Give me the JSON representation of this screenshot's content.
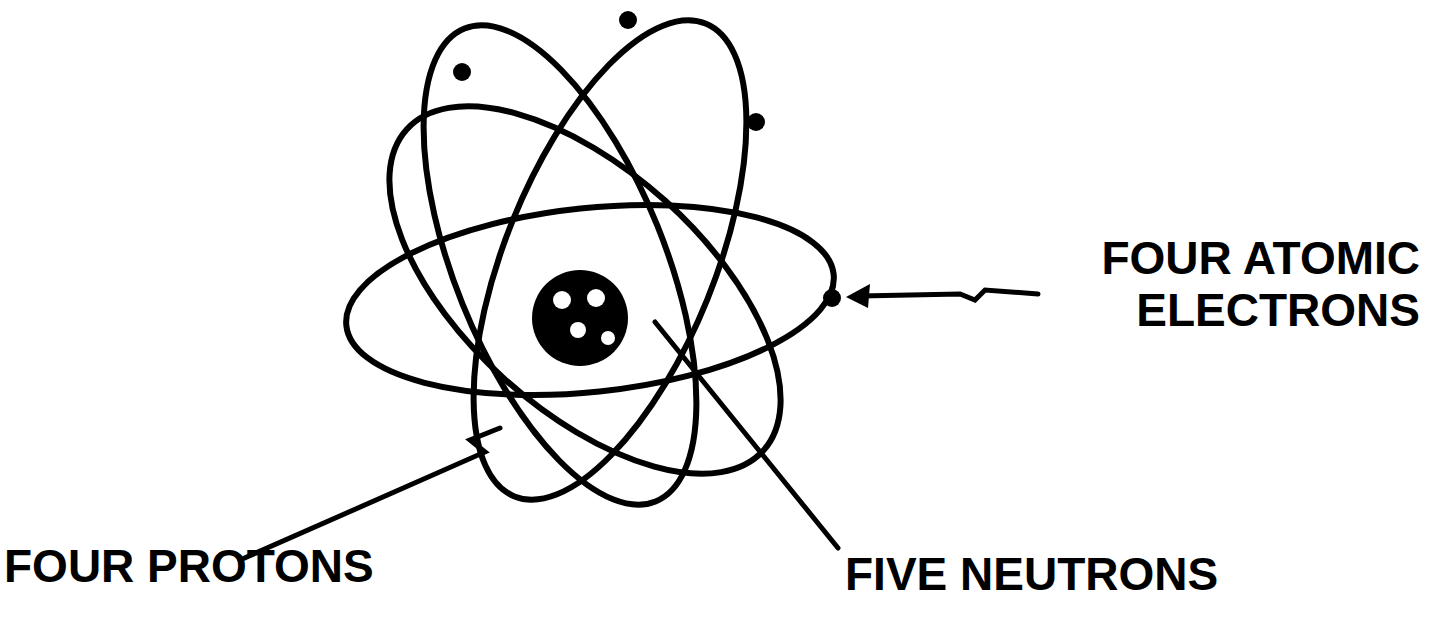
{
  "diagram": {
    "labels": [
      "FOUR ATOMIC ELECTRONS",
      "FOUR PROTONS",
      "FIVE NEUTRONS"
    ]
  }
}
